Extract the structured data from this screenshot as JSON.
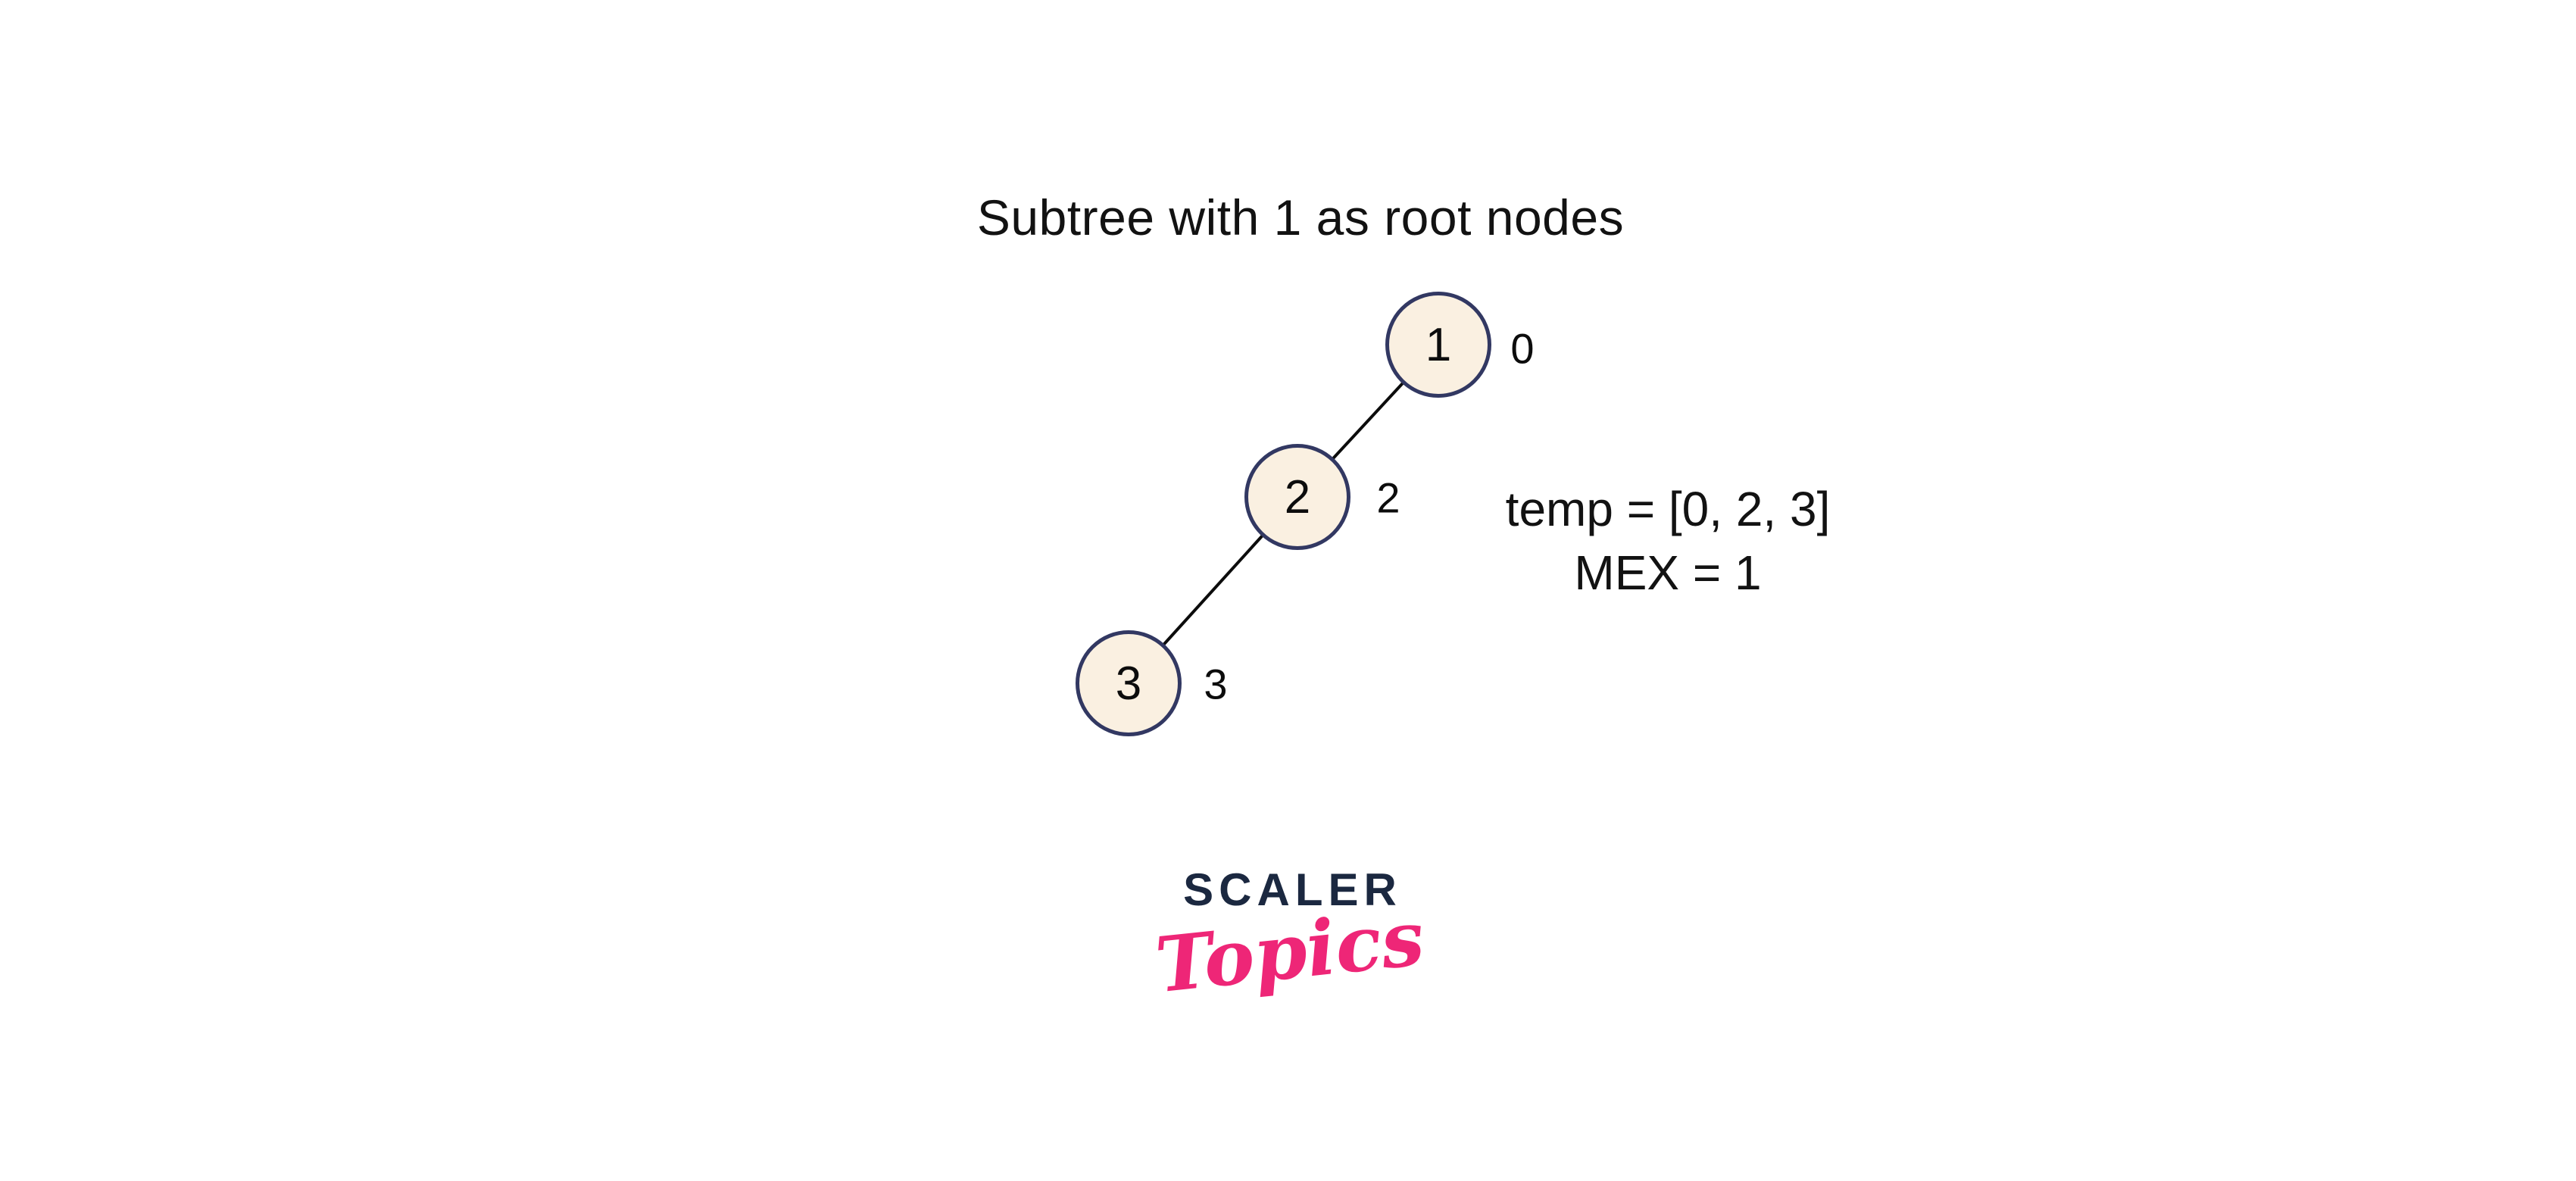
{
  "title": "Subtree with 1 as root nodes",
  "tree": {
    "nodes": [
      {
        "value": "1",
        "order_label": "0"
      },
      {
        "value": "2",
        "order_label": "2"
      },
      {
        "value": "3",
        "order_label": "3"
      }
    ],
    "edges": [
      {
        "from": "1",
        "to": "2"
      },
      {
        "from": "2",
        "to": "3"
      }
    ]
  },
  "annotation": {
    "line1": "temp = [0, 2, 3]",
    "line2": "MEX = 1"
  },
  "logo": {
    "brand": "SCALER",
    "product": "Topics"
  },
  "colors": {
    "background": "#ffffff",
    "node_fill": "#faf0e1",
    "node_border": "#323862",
    "edge_line": "#0c0c0c",
    "text": "#121212",
    "logo_brand": "#1b2840",
    "logo_product": "#ee2677"
  }
}
